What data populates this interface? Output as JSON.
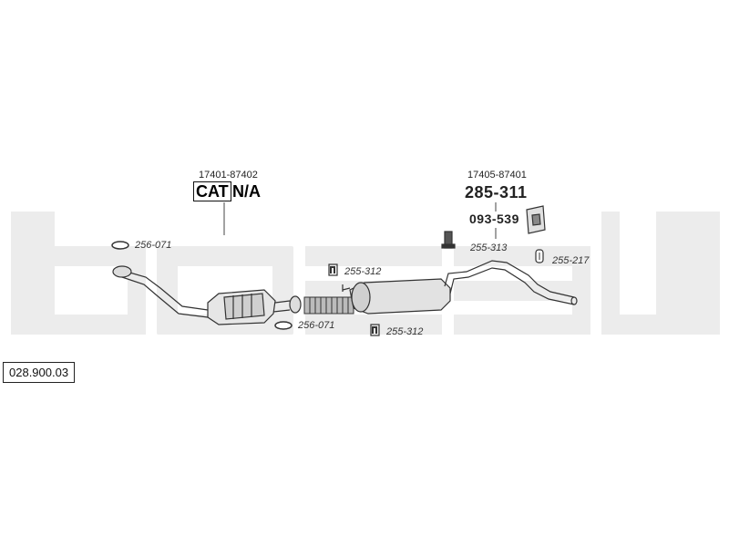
{
  "diagram": {
    "reference_number": "028.900.03",
    "watermark_text": "bosal",
    "front_section": {
      "oem_number": "17401-87402",
      "cat_label": "CAT",
      "cat_suffix": "N/A",
      "gasket_top_ref": "256-071",
      "gasket_bottom_ref": "256-071",
      "clamp_top_ref": "255-312",
      "clamp_bottom_ref": "255-312"
    },
    "rear_section": {
      "oem_number": "17405-87401",
      "part_code": "285-311",
      "mount_code": "093-539",
      "hanger_ref": "255-313",
      "rubber_ref": "255-217"
    }
  }
}
